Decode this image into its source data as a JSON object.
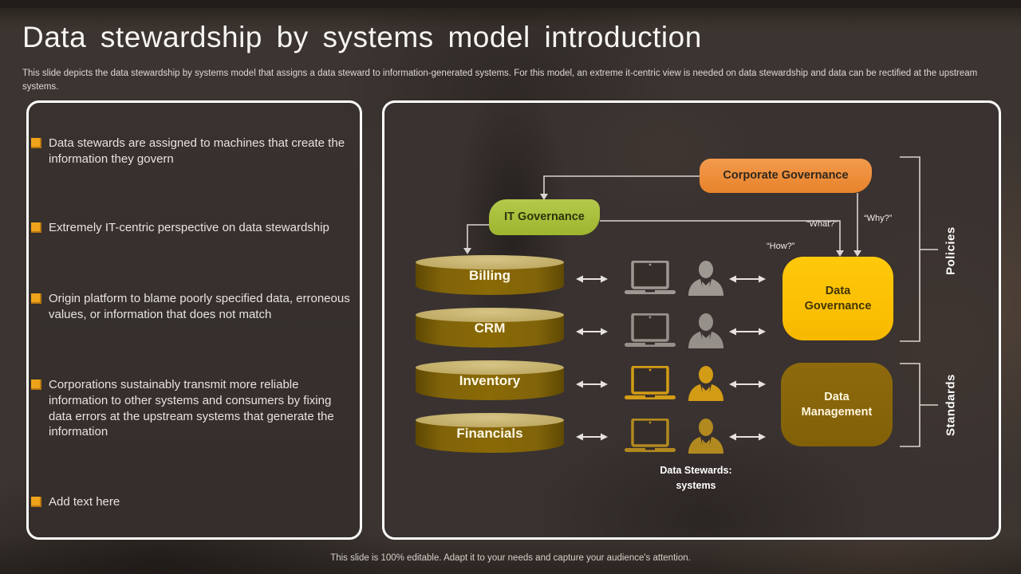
{
  "slide": {
    "title": "Data stewardship by systems model introduction",
    "subtitle": "This slide depicts the data stewardship by systems model that assigns a data steward to information-generated systems. For this model, an extreme it-centric view is needed on data stewardship and data can be rectified at the upstream systems.",
    "footer": "This slide is 100% editable. Adapt it to your needs and capture your audience's attention."
  },
  "bullets": [
    "Data stewards are assigned to machines that create the information they govern",
    "Extremely IT-centric perspective on data stewardship",
    "Origin platform to blame poorly specified data, erroneous values, or information that does not match",
    "Corporations sustainably transmit more reliable information to other systems and consumers by fixing data errors at the upstream systems that generate the information",
    "Add text here"
  ],
  "diagram": {
    "corporate_governance": "Corporate Governance",
    "it_governance": "IT Governance",
    "data_governance": "Data Governance",
    "data_management": "Data Management",
    "systems": [
      "Billing",
      "CRM",
      "Inventory",
      "Financials"
    ],
    "questions": {
      "what": "“What?”",
      "why": "“Why?”",
      "how": "“How?”"
    },
    "side_labels": {
      "policies": "Policies",
      "standards": "Standards"
    },
    "stewards_caption": {
      "line1": "Data Stewards:",
      "line2": "systems"
    }
  },
  "colors": {
    "bullet_marker": "#EFA31B",
    "corporate_governance_box": "#ED8B33",
    "it_governance_box": "#A5BD3B",
    "data_governance_box": "#FFC206",
    "data_management_box": "#876409",
    "cylinder_body": "#81630A",
    "cylinder_top": "#C7B26A",
    "icon_gray": "#9E9893",
    "icon_amber": "#D39C15",
    "icon_gold": "#B2891F",
    "connector": "#D9D4D0",
    "panel_border": "#FFFFFF"
  }
}
